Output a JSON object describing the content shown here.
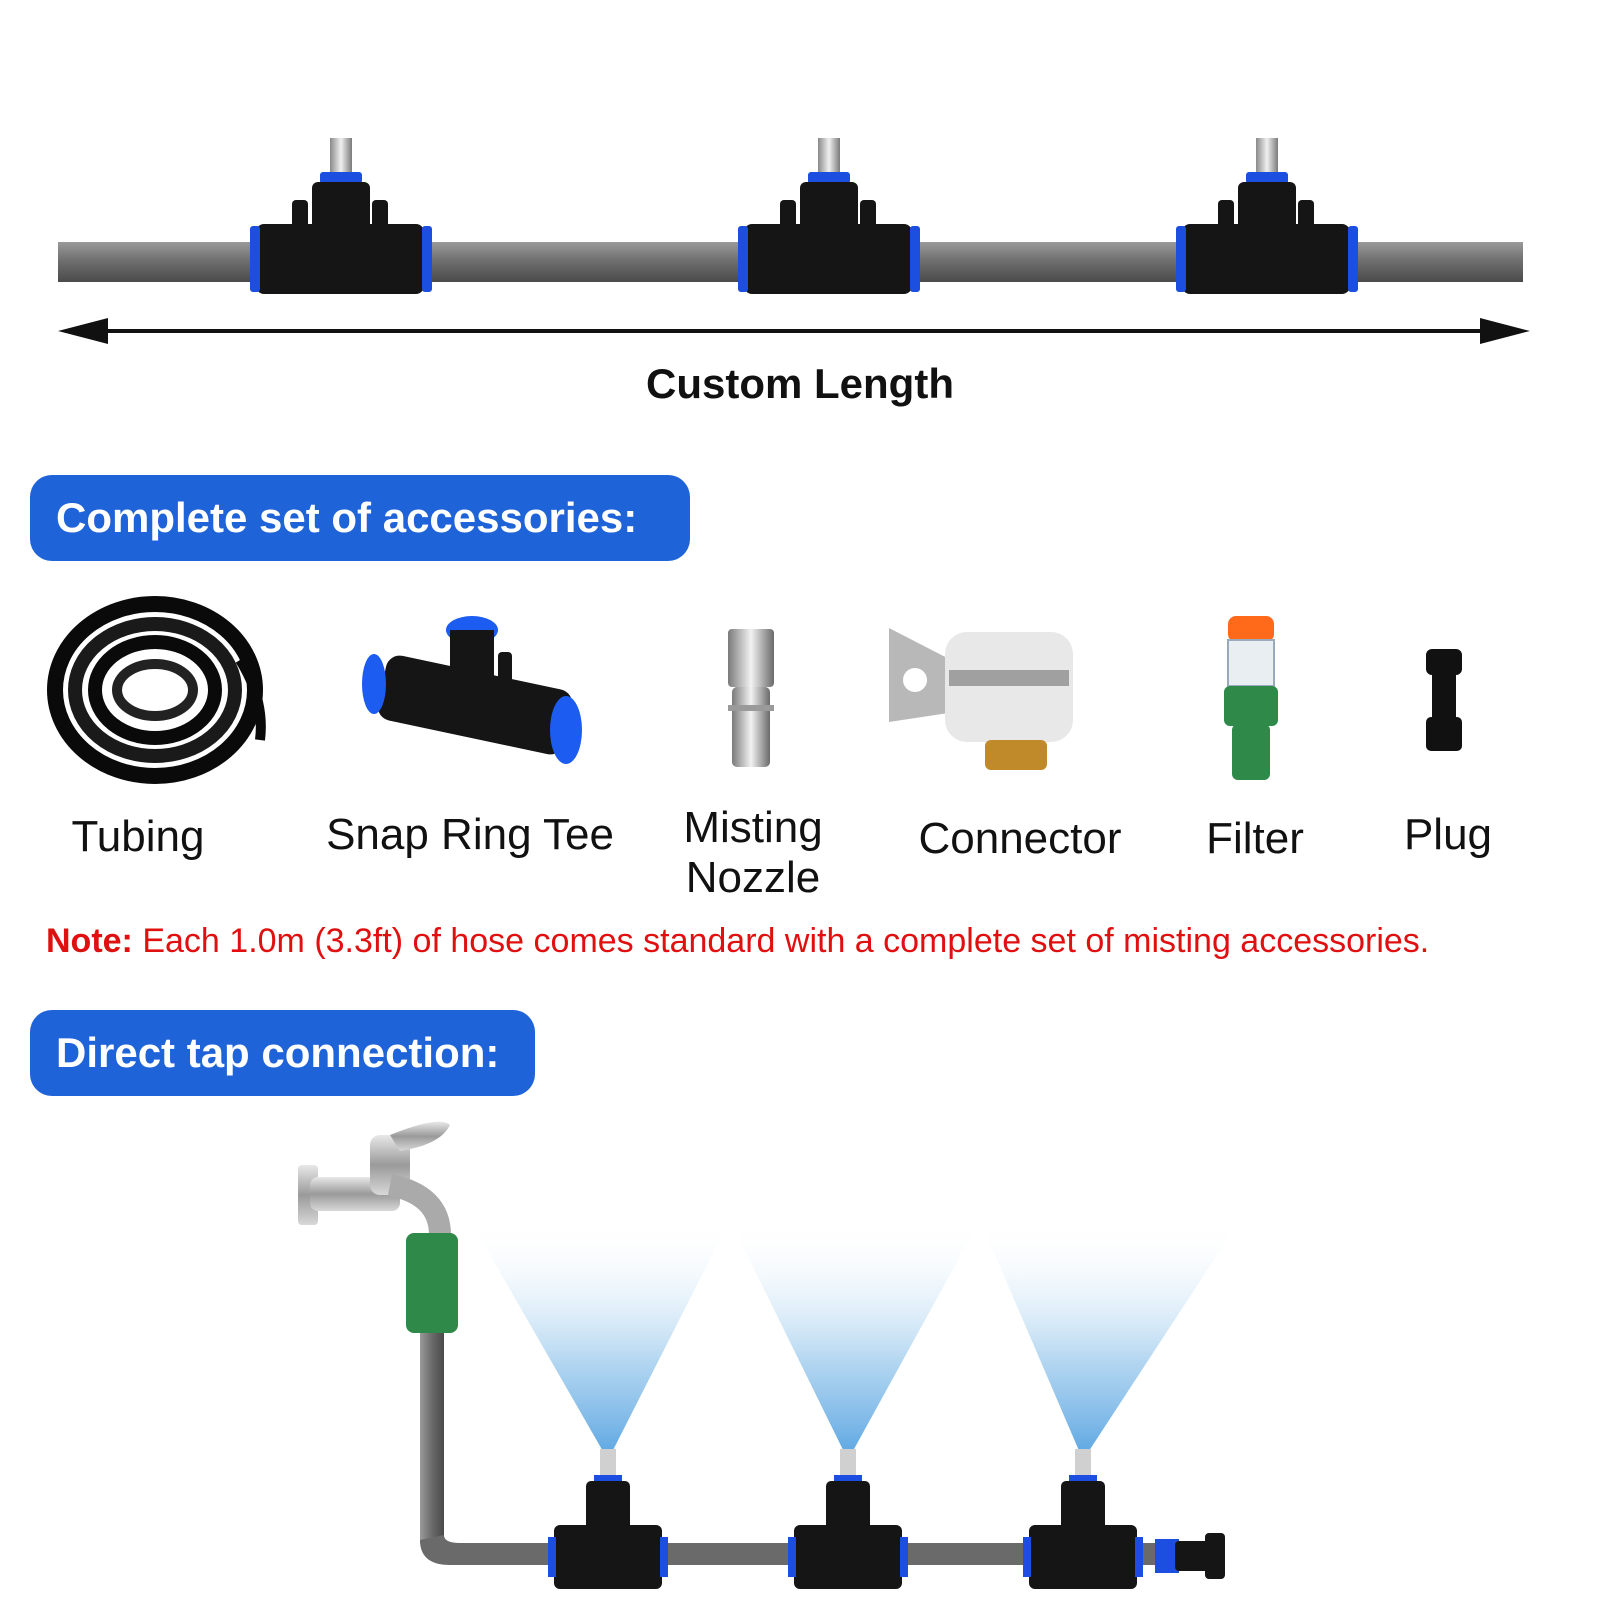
{
  "top": {
    "length_label": "Custom Length"
  },
  "accessories": {
    "heading": "Complete set of accessories:",
    "items": [
      {
        "label": "Tubing",
        "icon": "tubing-coil-icon"
      },
      {
        "label": "Snap Ring Tee",
        "icon": "snap-ring-tee-icon"
      },
      {
        "label": "Misting Nozzle",
        "icon": "misting-nozzle-icon"
      },
      {
        "label": "Connector",
        "icon": "tap-connector-icon"
      },
      {
        "label": "Filter",
        "icon": "filter-icon"
      },
      {
        "label": "Plug",
        "icon": "plug-icon"
      }
    ]
  },
  "note": {
    "prefix": "Note:",
    "text": " Each 1.0m (3.3ft) of hose comes standard with a complete set of misting accessories."
  },
  "tap": {
    "heading": "Direct tap connection:"
  },
  "colors": {
    "accent_blue": "#1f63d8",
    "note_red": "#e01010",
    "fitting_black": "#151515",
    "ring_blue": "#1c4fe0",
    "hose_gray": "#6f6f6f",
    "coupler_green": "#2f8a4a"
  }
}
